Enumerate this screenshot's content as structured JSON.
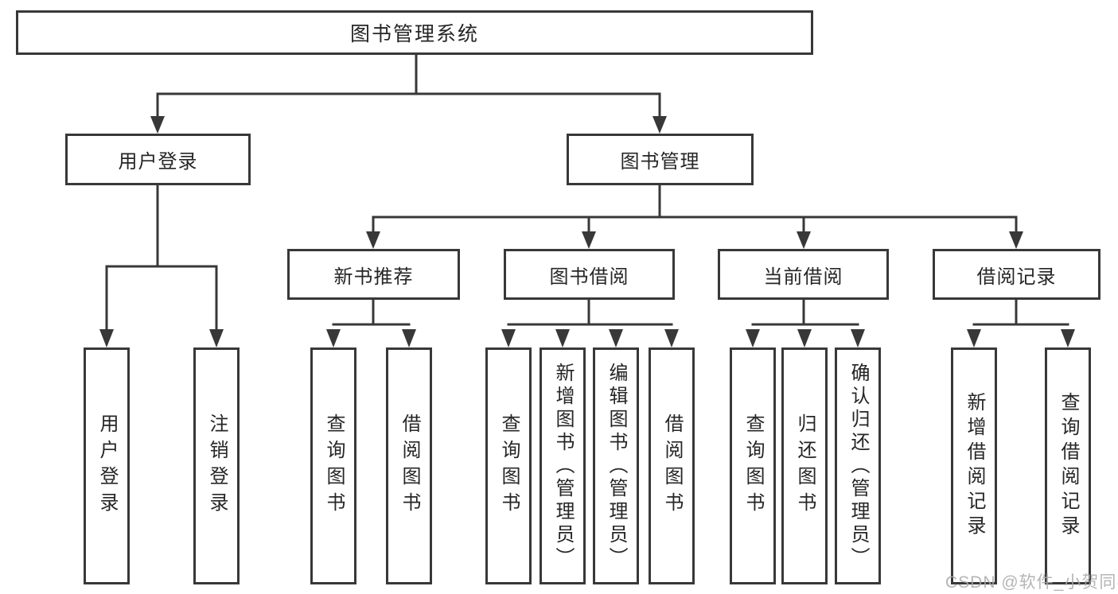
{
  "diagram": {
    "root": {
      "label": "图书管理系统"
    },
    "level2": [
      {
        "label": "用户登录"
      },
      {
        "label": "图书管理"
      }
    ],
    "level3": [
      {
        "label": "新书推荐",
        "parent": "图书管理"
      },
      {
        "label": "图书借阅",
        "parent": "图书管理"
      },
      {
        "label": "当前借阅",
        "parent": "图书管理"
      },
      {
        "label": "借阅记录",
        "parent": "图书管理"
      }
    ],
    "leaves": [
      {
        "label": "用户登录",
        "parent": "用户登录"
      },
      {
        "label": "注销登录",
        "parent": "用户登录"
      },
      {
        "label": "查询图书",
        "parent": "新书推荐"
      },
      {
        "label": "借阅图书",
        "parent": "新书推荐"
      },
      {
        "label": "查询图书",
        "parent": "图书借阅"
      },
      {
        "label": "新增图书（管理员）",
        "parent": "图书借阅"
      },
      {
        "label": "编辑图书（管理员）",
        "parent": "图书借阅"
      },
      {
        "label": "借阅图书",
        "parent": "图书借阅"
      },
      {
        "label": "查询图书",
        "parent": "当前借阅"
      },
      {
        "label": "归还图书",
        "parent": "当前借阅"
      },
      {
        "label": "确认归还（管理员）",
        "parent": "当前借阅"
      },
      {
        "label": "新增借阅记录",
        "parent": "借阅记录"
      },
      {
        "label": "查询借阅记录",
        "parent": "借阅记录"
      }
    ]
  },
  "watermark": "CSDN @软件_小贺同学",
  "colors": {
    "line": "#383838",
    "text": "#262626",
    "background": "#ffffff",
    "watermark": "#a9a9a9"
  }
}
